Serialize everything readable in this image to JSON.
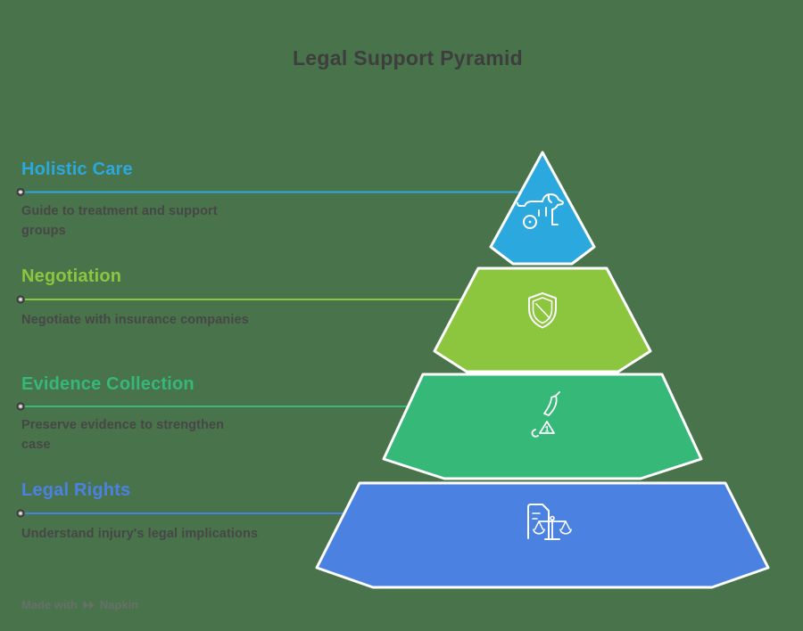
{
  "title": "Legal Support Pyramid",
  "background": "#48734B",
  "stroke": "#FFFFFF",
  "levels": [
    {
      "label": "Holistic Care",
      "description": "Guide to treatment and support groups",
      "color": "#2BA9DE",
      "icon": "dog-icon"
    },
    {
      "label": "Negotiation",
      "description": "Negotiate with insurance companies",
      "color": "#8CC63F",
      "icon": "shield-icon"
    },
    {
      "label": "Evidence Collection",
      "description": "Preserve evidence to strengthen case",
      "color": "#35B878",
      "icon": "knife-evidence-icon"
    },
    {
      "label": "Legal Rights",
      "description": "Understand injury's legal implications",
      "color": "#4B82E2",
      "icon": "document-scales-icon"
    }
  ],
  "watermark": {
    "prefix": "Made with",
    "brand": "Napkin"
  }
}
